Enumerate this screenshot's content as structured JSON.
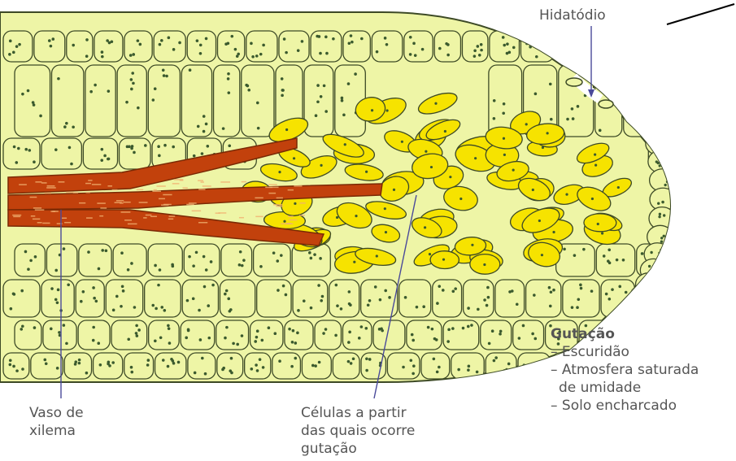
{
  "labels": {
    "hidatodio": "Hidatódio",
    "vaso_line1": "Vaso de",
    "vaso_line2": "xilema",
    "celulas_line1": "Células a partir",
    "celulas_line2": "das quais ocorre",
    "celulas_line3": "gutação"
  },
  "legend": {
    "title": "Gutação",
    "items": [
      "– Escuridão",
      "– Atmosfera saturada",
      "de umidade",
      "– Solo encharcado"
    ]
  },
  "colors": {
    "tissue": "#eef5a6",
    "cell_outline": "#3d4a26",
    "nucleus": "#3b5a2e",
    "xylem": "#c2410c",
    "xylem_dark": "#7a2a05",
    "gutation_cells": "#f6e300",
    "pointer": "#4a4a9a"
  }
}
